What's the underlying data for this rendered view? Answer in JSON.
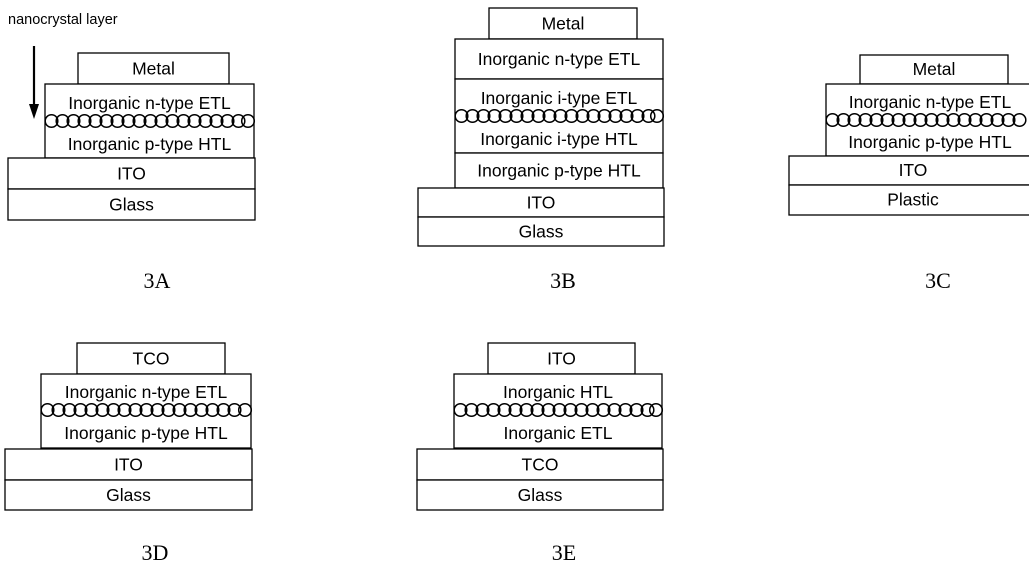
{
  "annotation": {
    "text": "nanocrystal layer"
  },
  "panels": [
    {
      "id": "A",
      "caption": "3A",
      "top_layer": "Metal",
      "stack": [
        "Inorganic n-type ETL",
        "Inorganic p-type HTL"
      ],
      "substrate": [
        "ITO",
        "Glass"
      ]
    },
    {
      "id": "B",
      "caption": "3B",
      "top_layer": "Metal",
      "stack": [
        "Inorganic n-type ETL",
        "Inorganic i-type ETL",
        "Inorganic i-type HTL",
        "Inorganic p-type HTL"
      ],
      "substrate": [
        "ITO",
        "Glass"
      ]
    },
    {
      "id": "C",
      "caption": "3C",
      "top_layer": "Metal",
      "stack": [
        "Inorganic n-type ETL",
        "Inorganic p-type HTL"
      ],
      "substrate": [
        "ITO",
        "Plastic"
      ]
    },
    {
      "id": "D",
      "caption": "3D",
      "top_layer": "TCO",
      "stack": [
        "Inorganic n-type ETL",
        "Inorganic p-type HTL"
      ],
      "substrate": [
        "ITO",
        "Glass"
      ]
    },
    {
      "id": "E",
      "caption": "3E",
      "top_layer": "ITO",
      "stack": [
        "Inorganic HTL",
        "Inorganic ETL"
      ],
      "substrate": [
        "TCO",
        "Glass"
      ]
    }
  ]
}
